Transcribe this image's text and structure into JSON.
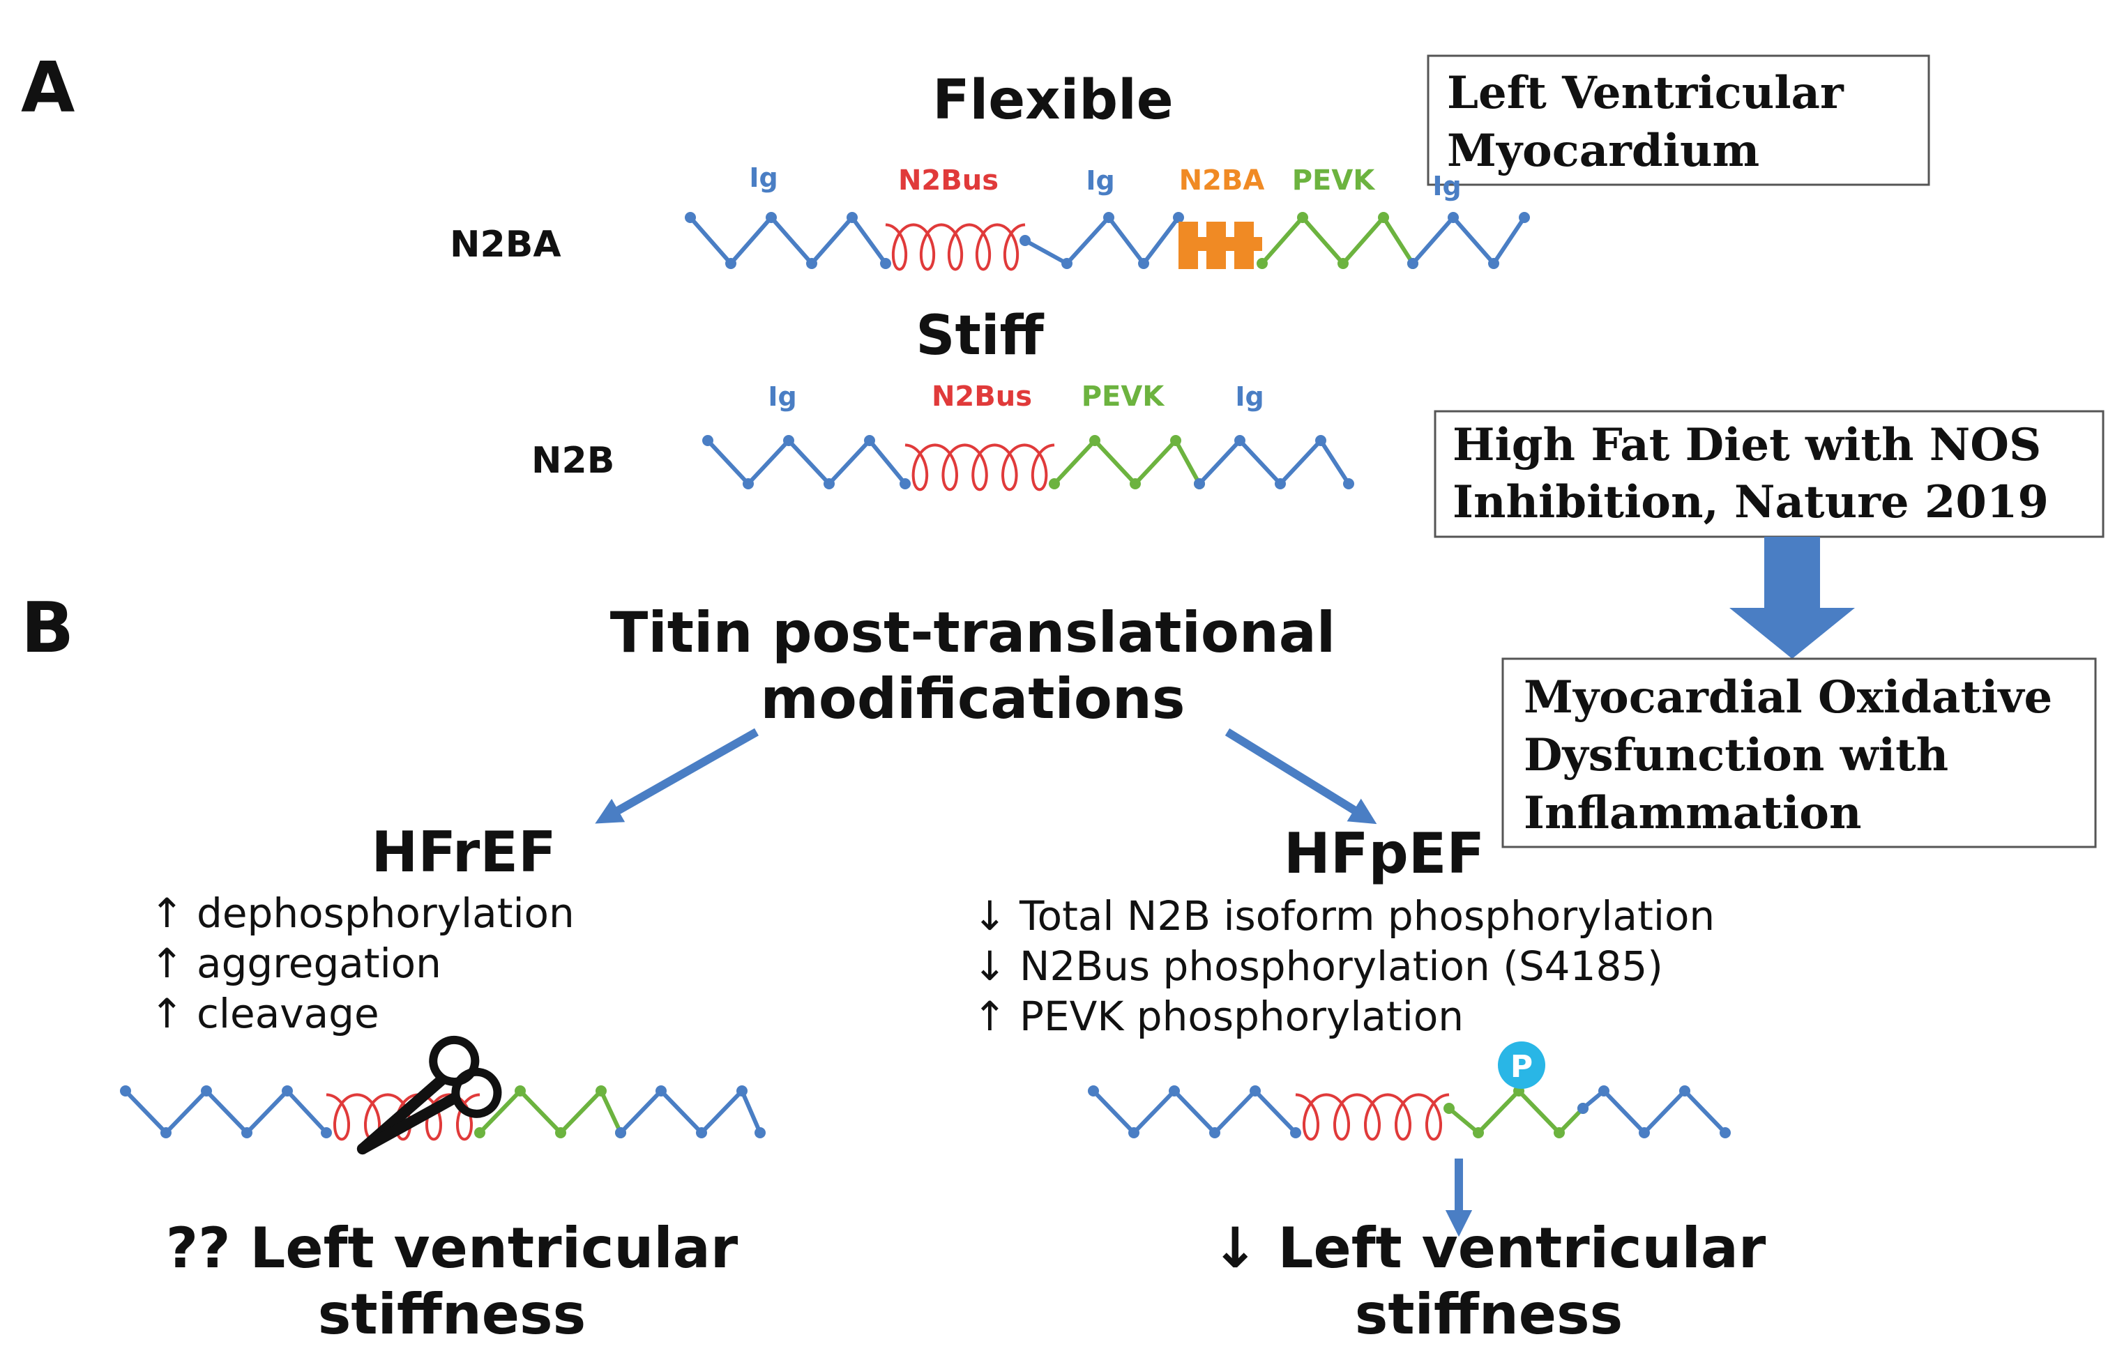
{
  "panel_a": {
    "label": "A",
    "flexible_title": "Flexible",
    "n2ba": {
      "name": "N2BA",
      "labels": [
        "Ig",
        "N2Bus",
        "Ig",
        "N2BA",
        "PEVK",
        "Ig"
      ]
    },
    "stiff_title": "Stiff",
    "n2b": {
      "name": "N2B",
      "labels": [
        "Ig",
        "N2Bus",
        "PEVK",
        "Ig"
      ]
    },
    "lv_box": {
      "line1": "Left Ventricular",
      "line2": "Myocardium"
    },
    "diet_box": {
      "line1": "High Fat Diet with NOS",
      "line2": "Inhibition, Nature 2019"
    }
  },
  "panel_b": {
    "label": "B",
    "title_line1": "Titin post-translational",
    "title_line2": "modifications",
    "oxidative_box": {
      "line1": "Myocardial Oxidative",
      "line2": "Dysfunction with",
      "line3": "Inflammation"
    },
    "hfref": {
      "title": "HFrEF",
      "items": [
        "↑ dephosphorylation",
        "↑ aggregation",
        "↑ cleavage"
      ],
      "outcome_line1": "?? Left ventricular",
      "outcome_line2": "stiffness"
    },
    "hfpef": {
      "title": "HFpEF",
      "items": [
        "↓ Total N2B isoform phosphorylation",
        "↓ N2Bus phosphorylation (S4185)",
        "↑ PEVK phosphorylation"
      ],
      "phospho_badge": "P",
      "outcome_line1": "↓ Left ventricular",
      "outcome_line2": "stiffness"
    }
  },
  "colors": {
    "ig": "#4a7ec4",
    "n2bus": "#e03a3a",
    "pevk": "#6cb33f",
    "n2ba": "#f08a24",
    "arrow": "#4a7ec4",
    "phospho": "#29b6e6",
    "text": "#111111"
  },
  "icons": [
    "scissors-icon",
    "phosphate-badge-icon"
  ]
}
